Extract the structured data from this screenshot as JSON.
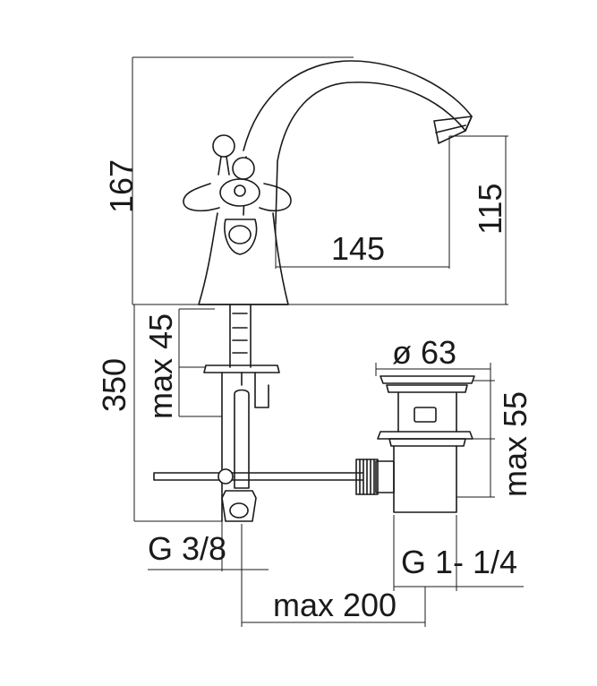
{
  "dimensions": {
    "height_total": "167",
    "spout_height": "115",
    "spout_reach": "145",
    "max_45": "max 45",
    "length_350": "350",
    "drain_dia": "ø 63",
    "max_55": "max 55",
    "g38": "G 3/8",
    "g114": "G 1- 1/4",
    "max200": "max 200"
  },
  "colors": {
    "line": "#1a1a1a",
    "background": "#ffffff"
  }
}
